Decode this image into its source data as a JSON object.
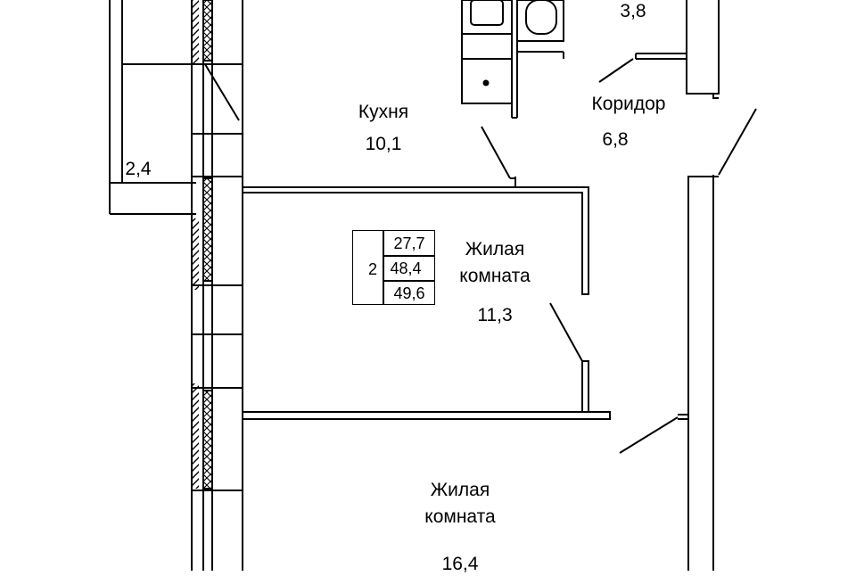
{
  "rooms": {
    "bathroom": {
      "area": "3,8"
    },
    "balcony": {
      "area": "2,4"
    },
    "kitchen": {
      "name": "Кухня",
      "area": "10,1"
    },
    "corridor": {
      "name": "Коридор",
      "area": "6,8"
    },
    "living_room_1": {
      "name_line1": "Жилая",
      "name_line2": "комната",
      "area": "11,3"
    },
    "living_room_2": {
      "name_line1": "Жилая",
      "name_line2": "комната",
      "area": "16,4"
    }
  },
  "summary": {
    "room_count": "2",
    "living_area": "27,7",
    "total_area": "48,4",
    "total_area_with_balcony": "49,6"
  }
}
